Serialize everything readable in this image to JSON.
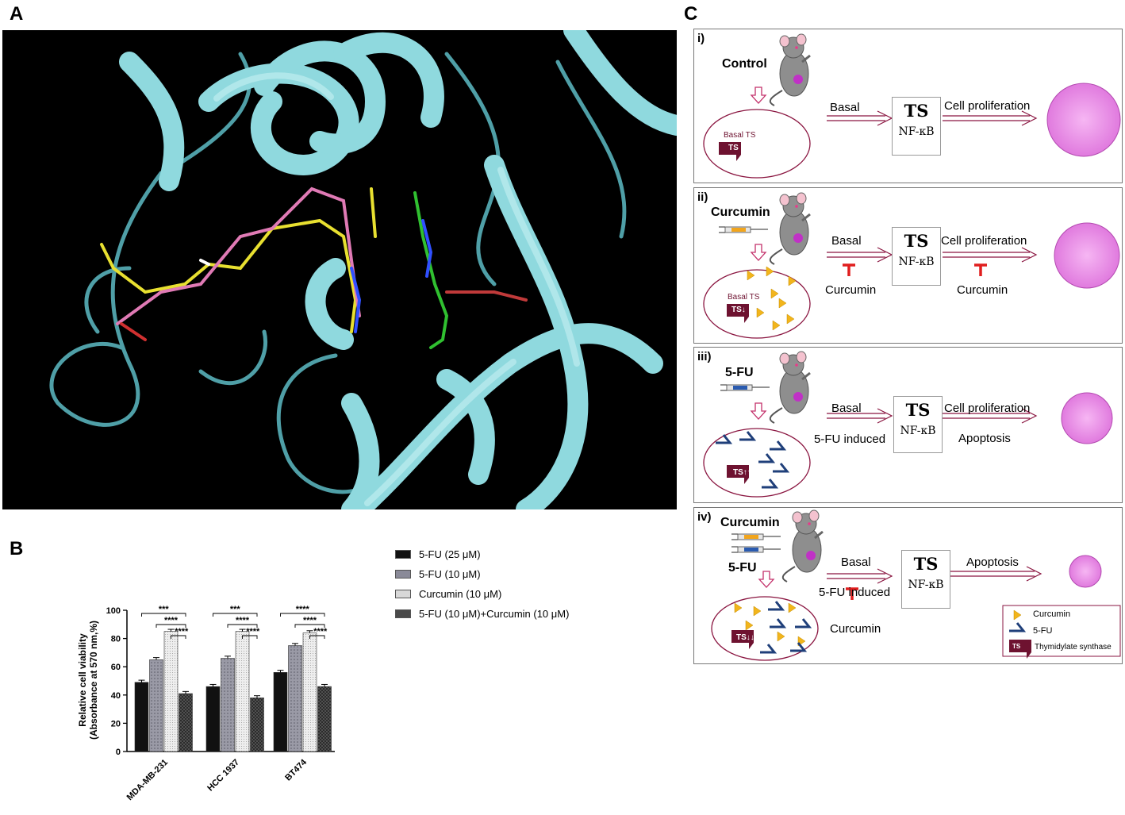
{
  "panels": {
    "a": "A",
    "b": "B",
    "c": "C"
  },
  "chart_data": {
    "type": "bar",
    "categories": [
      "MDA-MB-231",
      "HCC 1937",
      "BT474"
    ],
    "series": [
      {
        "name": "5-FU (25 μM)",
        "values": [
          49,
          46,
          56
        ]
      },
      {
        "name": "5-FU (10 μM)",
        "values": [
          65,
          66,
          75
        ]
      },
      {
        "name": "Curcumin (10 μM)",
        "values": [
          85,
          85,
          84
        ]
      },
      {
        "name": "5-FU (10 μM)+Curcumin (10 μM)",
        "values": [
          41,
          38,
          46
        ]
      }
    ],
    "ylabel_line1": "Relative cell viability",
    "ylabel_line2": "(Absorbance at 570 nm,%)",
    "ylim": [
      0,
      100
    ],
    "yticks": [
      "0",
      "20",
      "40",
      "60",
      "80",
      "100"
    ],
    "significance": {
      "MDA-MB-231": [
        "***",
        "****",
        "****"
      ],
      "HCC 1937": [
        "***",
        "****",
        "****"
      ],
      "BT474": [
        "****",
        "****",
        "****"
      ]
    },
    "colors": [
      "#111111",
      "#8a8a98",
      "#d8d8d8",
      "#4a4a4a"
    ]
  },
  "scheme": {
    "rows": [
      {
        "numeral": "i)",
        "treatment": "Control",
        "left_label": "Basal",
        "middle_label": "Cell proliferation",
        "ts": "TS",
        "nf": "NF-κB",
        "cell_label": "Basal TS",
        "ts_tag": "TS"
      },
      {
        "numeral": "ii)",
        "treatment": "Curcumin",
        "left_label": "Basal",
        "middle_label": "Cell proliferation",
        "ts": "TS",
        "nf": "NF-κB",
        "cell_label": "Basal TS",
        "ts_tag": "TS↓",
        "inhibitor_left": "Curcumin",
        "inhibitor_right": "Curcumin"
      },
      {
        "numeral": "iii)",
        "treatment": "5-FU",
        "left_label": "Basal",
        "left_label2": "5-FU induced",
        "middle_label": "Cell proliferation",
        "middle_label2": "Apoptosis",
        "ts": "TS",
        "nf": "NF-κB",
        "ts_tag": "TS↑↑"
      },
      {
        "numeral": "iv)",
        "treatment": "Curcumin",
        "treatment2": "5-FU",
        "left_label": "Basal",
        "left_label2": "5-FU induced",
        "middle_label": "Apoptosis",
        "inhibitor_left": "Curcumin",
        "ts": "TS",
        "nf": "NF-κB",
        "ts_tag": "TS↓↓"
      }
    ],
    "legend": {
      "curcumin": "Curcumin",
      "fu": "5-FU",
      "ts": "TS",
      "ts_name": "Thymidylate synthase"
    },
    "accent": "#7a0f2a",
    "curcumin_color": "#f2b51c",
    "fu_color": "#1f3f7a",
    "tumor_color": "#e98ae6"
  }
}
